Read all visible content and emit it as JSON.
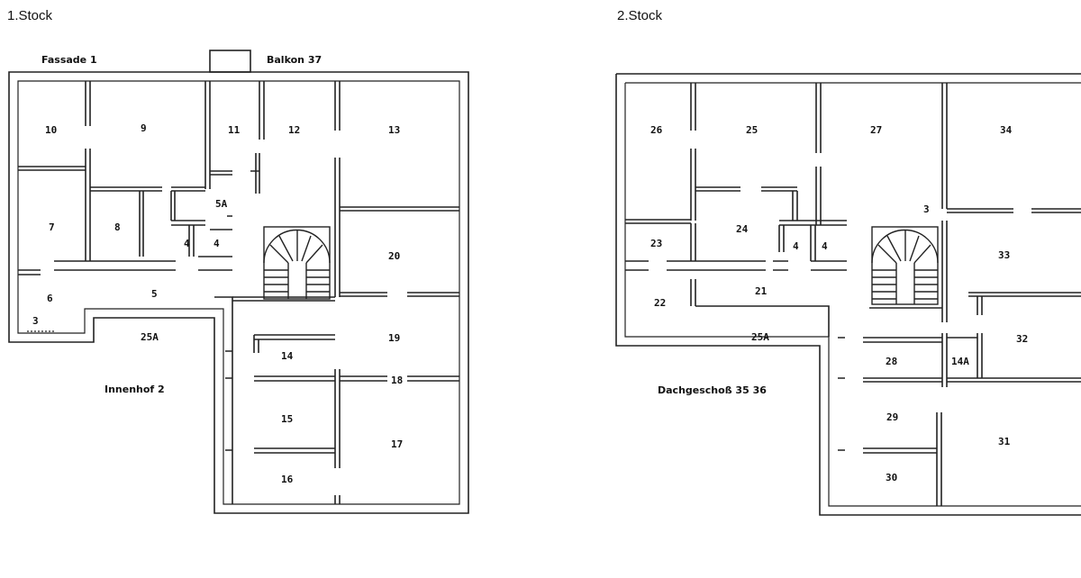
{
  "plans": [
    {
      "id": "floor1",
      "title": "1.Stock",
      "labels": {
        "facade": "Fassade 1",
        "balcony": "Balkon 37",
        "courtyard": "Innenhof 2",
        "area25a": "25A"
      },
      "rooms": [
        "10",
        "9",
        "11",
        "12",
        "13",
        "7",
        "8",
        "5A",
        "4",
        "4",
        "20",
        "6",
        "5",
        "3",
        "19",
        "14",
        "18",
        "15",
        "17",
        "16"
      ]
    },
    {
      "id": "floor2",
      "title": "2.Stock",
      "labels": {
        "attic": "Dachgeschoß 35 36",
        "area25a": "25A"
      },
      "rooms": [
        "26",
        "25",
        "27",
        "34",
        "3",
        "24",
        "23",
        "4",
        "4",
        "33",
        "22",
        "21",
        "32",
        "28",
        "14A",
        "29",
        "31",
        "30"
      ]
    }
  ]
}
